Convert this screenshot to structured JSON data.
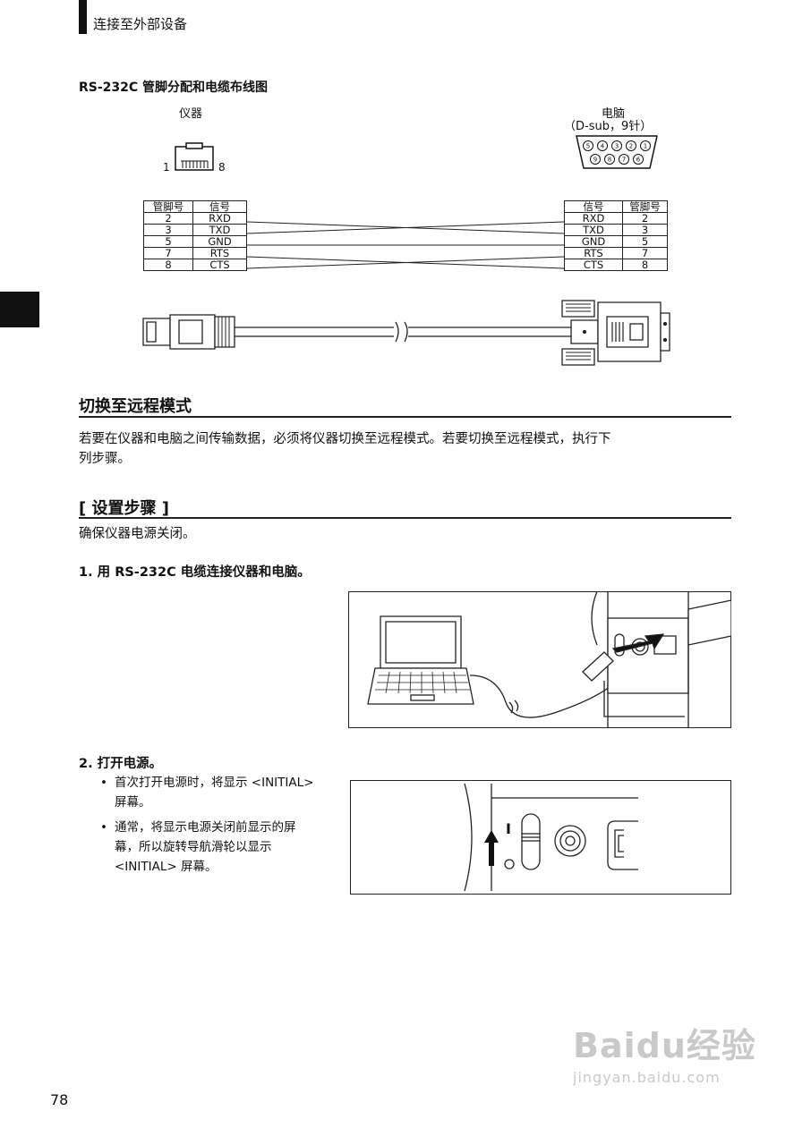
{
  "header": {
    "section_label": "连接至外部设备"
  },
  "wiring": {
    "title": "RS-232C 管脚分配和电缆布线图",
    "instrument_label": "仪器",
    "pc_label": "电脑",
    "pc_connector": "（D-sub，9针）",
    "rj_pin_left": "1",
    "rj_pin_right": "8",
    "dsub_top_pins": [
      "5",
      "4",
      "3",
      "2",
      "1"
    ],
    "dsub_bottom_pins": [
      "9",
      "8",
      "7",
      "6"
    ],
    "left_table": {
      "headers": [
        "管脚号",
        "信号"
      ],
      "rows": [
        [
          "2",
          "RXD"
        ],
        [
          "3",
          "TXD"
        ],
        [
          "5",
          "GND"
        ],
        [
          "7",
          "RTS"
        ],
        [
          "8",
          "CTS"
        ]
      ]
    },
    "right_table": {
      "headers": [
        "信号",
        "管脚号"
      ],
      "rows": [
        [
          "RXD",
          "2"
        ],
        [
          "TXD",
          "3"
        ],
        [
          "GND",
          "5"
        ],
        [
          "RTS",
          "7"
        ],
        [
          "CTS",
          "8"
        ]
      ]
    }
  },
  "remote_mode": {
    "heading": "切换至远程模式",
    "paragraph_line1": "若要在仪器和电脑之间传输数据，必须将仪器切换至远程模式。若要切换至远程模式，执行下",
    "paragraph_line2": "列步骤。"
  },
  "setup": {
    "heading": "[ 设置步骤 ]",
    "intro": "确保仪器电源关闭。",
    "step1": "1.  用 RS-232C 电缆连接仪器和电脑。",
    "step2": "2.  打开电源。",
    "bullet1_line1": "首次打开电源时，将显示 <INITIAL>",
    "bullet1_line2": "屏幕。",
    "bullet2_line1": "通常，将显示电源关闭前显示的屏",
    "bullet2_line2": "幕，所以旋转导航滑轮以显示",
    "bullet2_line3": "<INITIAL> 屏幕。",
    "bullet_mark": "•",
    "power_switch_mark": "I"
  },
  "footer": {
    "page_number": "78",
    "watermark_main": "Baidu经验",
    "watermark_url": "jingyan.baidu.com"
  }
}
